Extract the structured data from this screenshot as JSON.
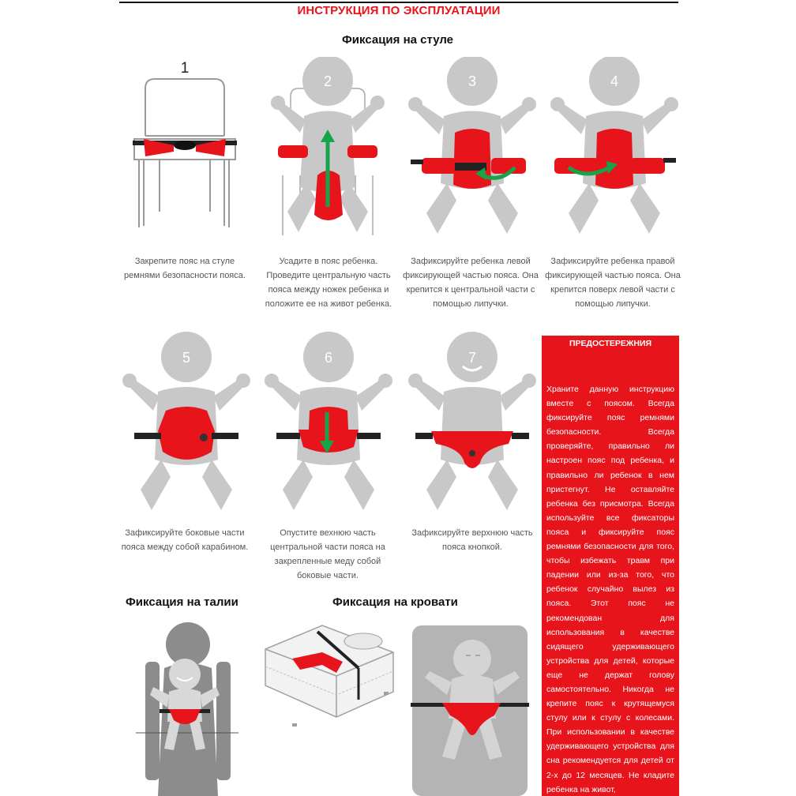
{
  "title": "ИНСТРУКЦИЯ ПО ЭКСПЛУАТАЦИИ",
  "sections": {
    "chair": "Фиксация на стуле",
    "waist": "Фиксация на талии",
    "bed": "Фиксация на кровати"
  },
  "steps": [
    {
      "number": "1",
      "caption": "Закрепите пояс на стуле ремнями безопасности пояса."
    },
    {
      "number": "2",
      "caption": "Усадите в пояс ребенка. Проведите центральную часть пояса между ножек ребенка и положите ее на живот ребенка."
    },
    {
      "number": "3",
      "caption": "Зафиксируйте ребенка левой фиксирующей частью пояса. Она крепится к центральной части с помощью липучки."
    },
    {
      "number": "4",
      "caption": "Зафиксируйте ребенка правой фиксирующей частью пояса. Она крепится поверх левой части с помощью липучки."
    },
    {
      "number": "5",
      "caption": "Зафиксируйте боковые части пояса между собой карабином."
    },
    {
      "number": "6",
      "caption": "Опустите вехнюю часть центральной части пояса на закрепленные меду собой боковые части."
    },
    {
      "number": "7",
      "caption": "Зафиксируйте верхнюю часть пояса кнопкой."
    }
  ],
  "warning": {
    "title": "ПРЕДОСТЕРЕЖНИЯ",
    "text": "Храните данную инструкцию вместе с поясом. Всегда фиксируйте пояс ремнями безопасности. Всегда проверяйте, правильно ли настроен пояс под ребенка, и правильно ли ребенок в нем пристегнут. Не оставляйте ребенка без присмотра. Всегда используйте все фиксаторы пояса и фиксируйте пояс ремнями безопасности для того, чтобы избежать травм при падении или из-за того, что ребенок случайно вылез из пояса. Этот пояс не рекомендован для использования в качестве сидящего удерживающего устройства для детей, которые еще не держат голову самостоятельно. Никогда не крепите пояс к крутящемуся стулу или к стулу с колесами. При использовании в качестве удерживающего устройства для сна рекомендуется для детей от 2-х до 12 месяцев. Не кладите ребенка на живот,"
  },
  "colors": {
    "accent": "#e8141b",
    "figure_gray": "#c8c8c8",
    "arrow_green": "#17a34a"
  },
  "icons": {
    "chair": "chair-with-belt-illustration",
    "baby": "baby-figure-illustration",
    "arrow": "green-arrow-icon",
    "bed": "bed-illustration"
  }
}
